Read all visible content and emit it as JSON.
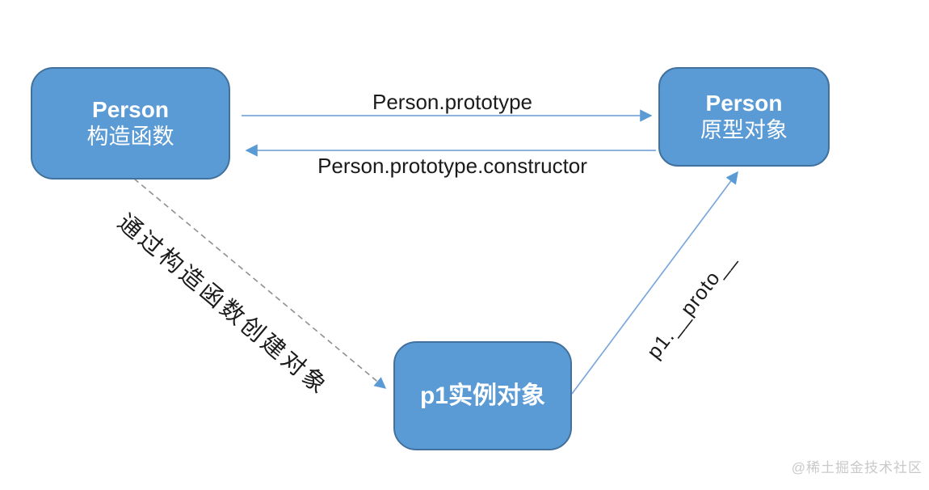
{
  "nodes": {
    "constructor_fn": {
      "line1": "Person",
      "line2": "构造函数"
    },
    "prototype_obj": {
      "line1": "Person",
      "line2": "原型对象"
    },
    "instance_obj": {
      "line1": "p1实例对象"
    }
  },
  "edge_labels": {
    "prototype": "Person.prototype",
    "constructor": "Person.prototype.constructor",
    "create": "通过构造函数创建对象",
    "proto": "p1.__proto__"
  },
  "watermark": "@稀土掘金技术社区",
  "colors": {
    "node_fill": "#5b9bd5",
    "node_border": "#41719c",
    "arrow_line": "#7ba7d9",
    "arrow_head": "#5b9bd5",
    "dashed_line": "#8f8f8f",
    "node_text": "#ffffff",
    "label_text": "#1b1b1b",
    "watermark_text": "#c9c9c9"
  }
}
